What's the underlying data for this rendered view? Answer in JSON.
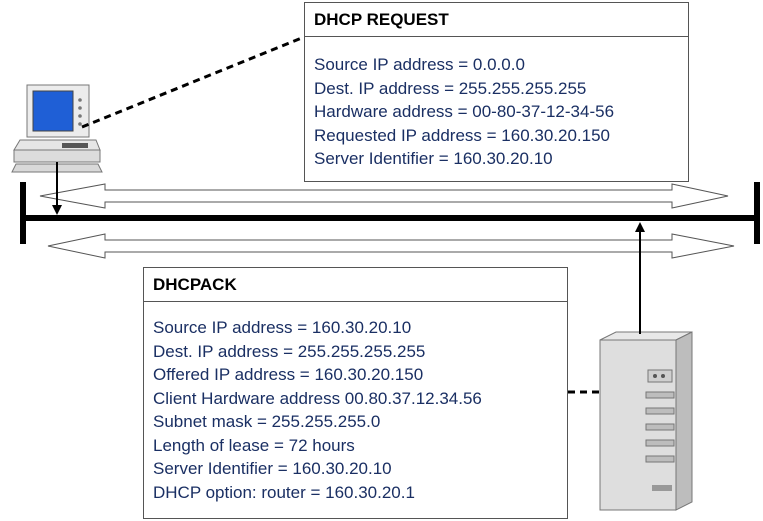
{
  "request": {
    "title": "DHCP REQUEST",
    "lines": [
      "Source IP address = 0.0.0.0",
      "Dest. IP address = 255.255.255.255",
      "Hardware address = 00-80-37-12-34-56",
      "Requested IP address = 160.30.20.150",
      "Server Identifier = 160.30.20.10"
    ]
  },
  "ack": {
    "title": "DHCPACK",
    "lines": [
      "Source IP address = 160.30.20.10",
      "Dest. IP address = 255.255.255.255",
      "Offered IP address = 160.30.20.150",
      "Client Hardware address 00.80.37.12.34.56",
      "Subnet mask = 255.255.255.0",
      "Length of lease = 72 hours",
      "Server Identifier = 160.30.20.10",
      "DHCP option: router = 160.30.20.1"
    ]
  },
  "colors": {
    "text": "#1a2f63",
    "screen": "#1f5fd6",
    "bus": "#000000"
  }
}
